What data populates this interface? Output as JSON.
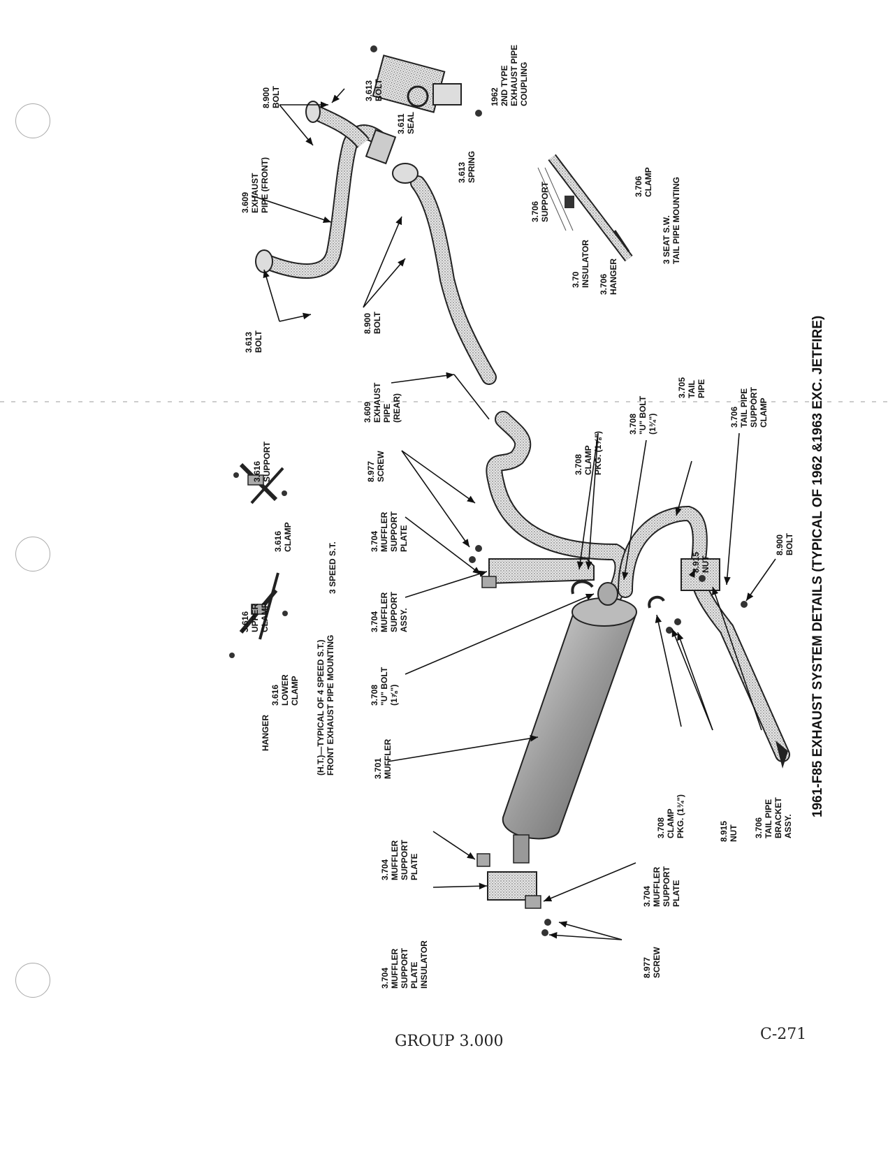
{
  "title": "1961-F85 EXHAUST SYSTEM DETAILS (TYPICAL OF 1962 &1963 EXC. JETFIRE)",
  "footer": {
    "group": "GROUP 3.000",
    "page": "C-271"
  },
  "labels": {
    "bolt_8900_top": [
      "8.900",
      "BOLT"
    ],
    "bolt_3613_top": [
      "3.613",
      "BOLT"
    ],
    "seal_3611": [
      "3.611",
      "SEAL"
    ],
    "coupling_1962": [
      "1962",
      "2ND TYPE",
      "EXHAUST PIPE",
      "COUPLING"
    ],
    "spring_3613": [
      "3.613",
      "SPRING"
    ],
    "exhaust_front": [
      "3.609",
      "EXHAUST",
      "PIPE (FRONT)"
    ],
    "bolt_3613_low": [
      "3.613",
      "BOLT"
    ],
    "bolt_8900_mid": [
      "8.900",
      "BOLT"
    ],
    "exhaust_rear": [
      "3.609",
      "EXHAUST",
      "PIPE",
      "(REAR)"
    ],
    "support_3706": [
      "3.706",
      "SUPPORT"
    ],
    "clamp_3706": [
      "3.706",
      "CLAMP"
    ],
    "insulator_370": [
      "3.70",
      "INSULATOR"
    ],
    "hanger_3706": [
      "3.706",
      "HANGER"
    ],
    "seat_sw": [
      "3 SEAT S.W.",
      "TAIL PIPE MOUNTING"
    ],
    "support_3616": [
      "3.616",
      "SUPPORT"
    ],
    "clamp_3616": [
      "3.616",
      "CLAMP"
    ],
    "speed3": [
      "3 SPEED S.T."
    ],
    "upper_clamp": [
      "3.616",
      "UPPER",
      "CLAMP"
    ],
    "lower_clamp": [
      "3.616",
      "LOWER",
      "CLAMP"
    ],
    "hanger": [
      "HANGER"
    ],
    "ht_typical": [
      "(H.T.)—TYPICAL OF 4 SPEED S.T.)",
      "FRONT EXHAUST PIPE MOUNTING"
    ],
    "screw_8977_top": [
      "8.977",
      "SCREW"
    ],
    "muffler_support_plate_top": [
      "3.704",
      "MUFFLER",
      "SUPPORT",
      "PLATE"
    ],
    "muffler_support_assy": [
      "3.704",
      "MUFFLER",
      "SUPPORT",
      "ASSY."
    ],
    "u_bolt_left": [
      "3.708",
      "\"U\" BOLT",
      "(1⅞\")"
    ],
    "muffler": [
      "3.701",
      "MUFFLER"
    ],
    "clamp_pkg_top": [
      "3.708",
      "CLAMP",
      "PKG. (1⅞\")"
    ],
    "u_bolt_right": [
      "3.708",
      "\"U\" BOLT",
      "(1¾\")"
    ],
    "tail_pipe": [
      "3.705",
      "TAIL",
      "PIPE"
    ],
    "tail_pipe_support_clamp": [
      "3.706",
      "TAIL PIPE",
      "SUPPORT",
      "CLAMP"
    ],
    "nut_8915_top": [
      "8.915",
      "NUT"
    ],
    "bolt_8900_right": [
      "8.900",
      "BOLT"
    ],
    "clamp_pkg_bottom": [
      "3.708",
      "CLAMP",
      "PKG. (1¾\")"
    ],
    "nut_8915_bottom": [
      "8.915",
      "NUT"
    ],
    "tail_pipe_bracket": [
      "3.706",
      "TAIL PIPE",
      "BRACKET",
      "ASSY."
    ],
    "muffler_plate_insulator": [
      "3.704",
      "MUFFLER",
      "SUPPORT",
      "PLATE",
      "INSULATOR"
    ],
    "muffler_support_plate_lowleft": [
      "3.704",
      "MUFFLER",
      "SUPPORT",
      "PLATE"
    ],
    "muffler_support_plate_lowright": [
      "3.704",
      "MUFFLER",
      "SUPPORT",
      "PLATE"
    ],
    "screw_8977_bottom": [
      "8.977",
      "SCREW"
    ]
  }
}
